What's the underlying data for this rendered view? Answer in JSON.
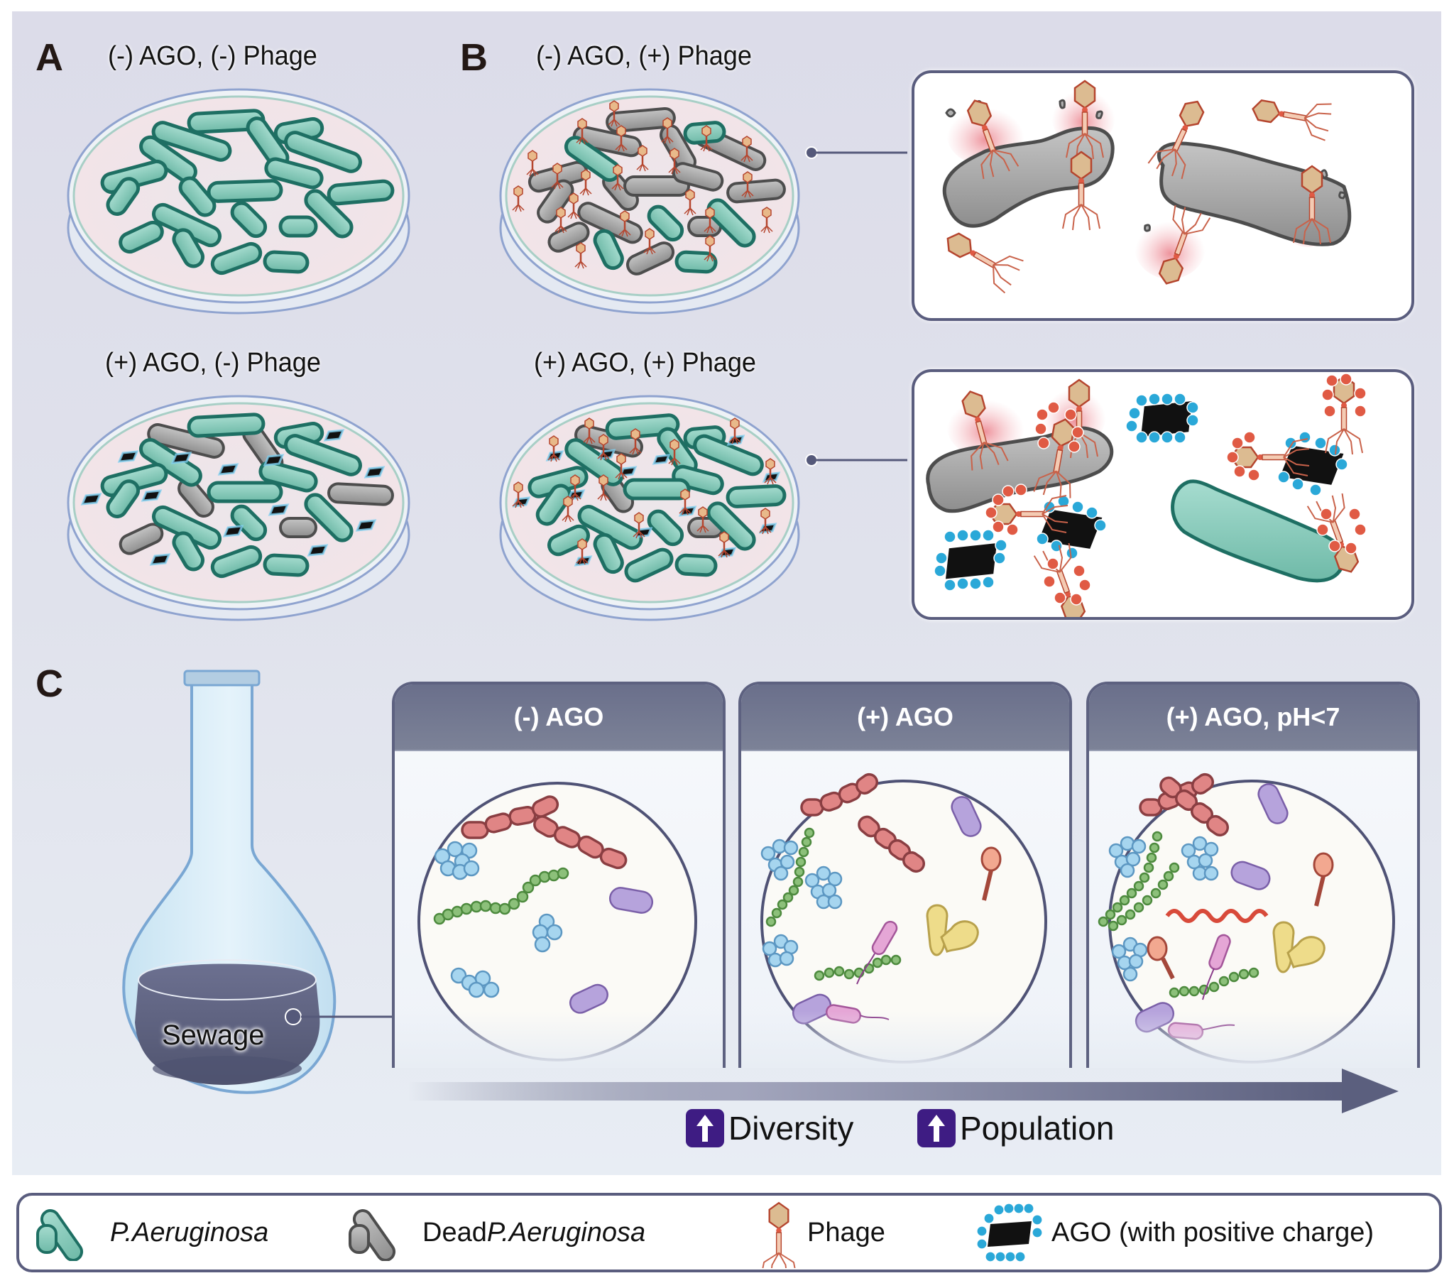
{
  "panels": {
    "A": {
      "letter": "A",
      "top_condition": "(-) AGO, (-) Phage",
      "bottom_condition": "(+) AGO, (-) Phage"
    },
    "B": {
      "letter": "B",
      "top_condition": "(-) AGO, (+) Phage",
      "bottom_condition": "(+) AGO, (+) Phage"
    },
    "C": {
      "letter": "C",
      "flask_label": "Sewage",
      "conditions": [
        {
          "label": "(-) AGO"
        },
        {
          "label": "(+) AGO"
        },
        {
          "label": "(+) AGO, pH<7"
        }
      ],
      "trend_arrow": "increasing-arrow",
      "metrics": [
        {
          "icon": "up-arrow-icon",
          "label": "Diversity"
        },
        {
          "icon": "up-arrow-icon",
          "label": "Population"
        }
      ]
    }
  },
  "legend": {
    "items": [
      {
        "icon": "live-bacterium-icon",
        "label": "P.Aeruginosa",
        "prefix": ""
      },
      {
        "icon": "dead-bacterium-icon",
        "label": "P.Aeruginosa",
        "prefix": "Dead "
      },
      {
        "icon": "phage-icon",
        "label": "Phage"
      },
      {
        "icon": "ago-icon",
        "label": "AGO (with positive charge)"
      }
    ]
  },
  "colors": {
    "live_bacterium_fill": "#8ecfbf",
    "live_bacterium_stroke": "#1e6f63",
    "dead_bacterium_fill": "#a9a9a9",
    "dead_bacterium_stroke": "#4d4d4d",
    "phage_head": "#e8b98a",
    "phage_stroke": "#b5452e",
    "ago_sheet": "#111111",
    "positive_charge": "#2aa8d8",
    "negative_charge": "#e05a44",
    "frame": "#5a5d7e",
    "metric_badge": "#3e1c83"
  }
}
